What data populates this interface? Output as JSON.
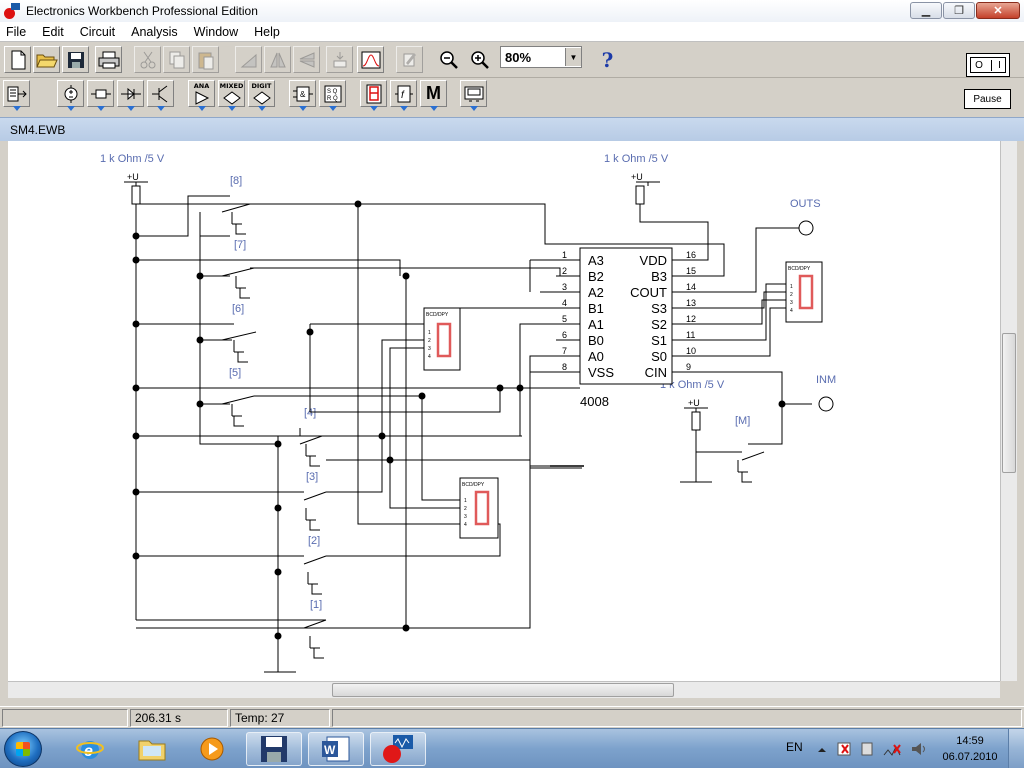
{
  "window": {
    "title": "Electronics Workbench Professional Edition",
    "controls": {
      "minimize": "▁",
      "maximize": "❐",
      "close": "✕"
    }
  },
  "menu": [
    "File",
    "Edit",
    "Circuit",
    "Analysis",
    "Window",
    "Help"
  ],
  "toolbar": {
    "zoom": "80%",
    "zoom_options": [
      "80%"
    ],
    "help_label": "?",
    "pause_label": "Pause",
    "power_on": "O",
    "power_off": "I",
    "parts_bins": {
      "analog": "ANA",
      "mixed": "MIXED",
      "digital": "DIGIT",
      "misc": "M"
    }
  },
  "document": {
    "title": "SM4.EWB"
  },
  "circuit": {
    "resistor_labels": [
      "1 k Ohm /5 V",
      "1 k Ohm /5 V",
      "1 k Ohm /5 V"
    ],
    "supply_label": "+U",
    "chip_name": "4008",
    "chip_pins_left": [
      "A3",
      "B2",
      "A2",
      "B1",
      "A1",
      "B0",
      "A0",
      "VSS"
    ],
    "chip_pins_right": [
      "VDD",
      "B3",
      "COUT",
      "S3",
      "S2",
      "S1",
      "S0",
      "CIN"
    ],
    "pin_numbers_left": [
      "1",
      "2",
      "3",
      "4",
      "5",
      "6",
      "7",
      "8"
    ],
    "pin_numbers_right": [
      "16",
      "15",
      "14",
      "13",
      "12",
      "11",
      "10",
      "9"
    ],
    "switch_keys": [
      "[8]",
      "[7]",
      "[6]",
      "[5]",
      "[4]",
      "[3]",
      "[2]",
      "[1]",
      "[M]"
    ],
    "outputs": [
      "OUTS",
      "INM"
    ],
    "display_label": "BCD/DPY",
    "display_pins": [
      "1",
      "2",
      "3",
      "4"
    ]
  },
  "status": {
    "sim_time": "206.31 s",
    "temp": "Temp:  27"
  },
  "taskbar": {
    "language": "EN",
    "time": "14:59",
    "date": "06.07.2010"
  },
  "colors": {
    "wire": "#000000",
    "label": "#5a6db0",
    "display_segment": "#e05a5a",
    "taskbar": "#7da2cc"
  }
}
